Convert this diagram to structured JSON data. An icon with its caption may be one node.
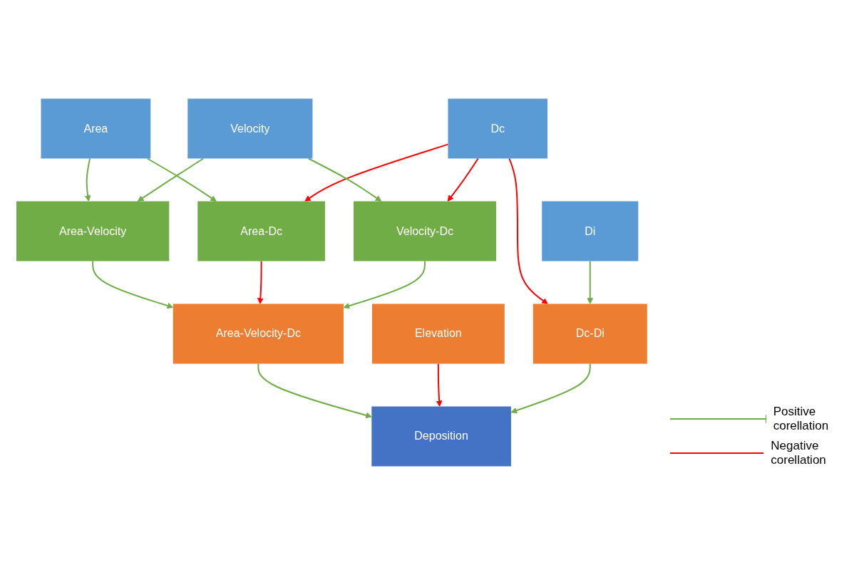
{
  "diagram": {
    "nodes": [
      {
        "text": [
          "Elevation"
        ]
      },
      {
        "text": [
          "Area"
        ]
      },
      {
        "text": [
          "Velocity"
        ]
      },
      {
        "text": [
          "Dc"
        ]
      },
      {
        "text": [
          "Di"
        ]
      },
      {
        "text": [
          "Area-Velocity"
        ]
      },
      {
        "text": [
          "Area-Dc"
        ]
      },
      {
        "text": [
          "Velocity-Dc"
        ]
      },
      {
        "text": [
          "Dc-Di"
        ]
      },
      {
        "text": [
          "Area-Velocity-Dc"
        ]
      },
      {
        "text": [
          "Deposition"
        ]
      }
    ],
    "edges": [
      {
        "from": 1,
        "to": 5,
        "arrow": "to"
      },
      {
        "from": 2,
        "to": 5,
        "arrow": "to"
      },
      {
        "from": 1,
        "to": 6,
        "arrow": "to"
      },
      {
        "from": 3,
        "to": 6,
        "arrow": "to",
        "color": "#ff0000"
      },
      {
        "from": 2,
        "to": 7,
        "arrow": "to"
      },
      {
        "from": 3,
        "to": 7,
        "arrow": "to",
        "color": "#ff0000"
      },
      {
        "from": 3,
        "to": 8,
        "arrow": "to",
        "color": "#ff0000"
      },
      {
        "from": 4,
        "to": 8,
        "arrow": "to"
      },
      {
        "from": 5,
        "to": 9,
        "arrow": "to"
      },
      {
        "from": 6,
        "to": 9,
        "arrow": "to",
        "color": "#ff0000"
      },
      {
        "from": 7,
        "to": 9,
        "arrow": "to"
      },
      {
        "from": 9,
        "to": 10,
        "arrow": "to"
      },
      {
        "from": 0,
        "to": 10,
        "arrow": "to",
        "color": "#ff0000"
      },
      {
        "from": 8,
        "to": 10,
        "arrow": "to"
      }
    ],
    "legend": [
      {
        "text": "Positive corellation"
      },
      {
        "text": "Negative corellation"
      }
    ]
  }
}
